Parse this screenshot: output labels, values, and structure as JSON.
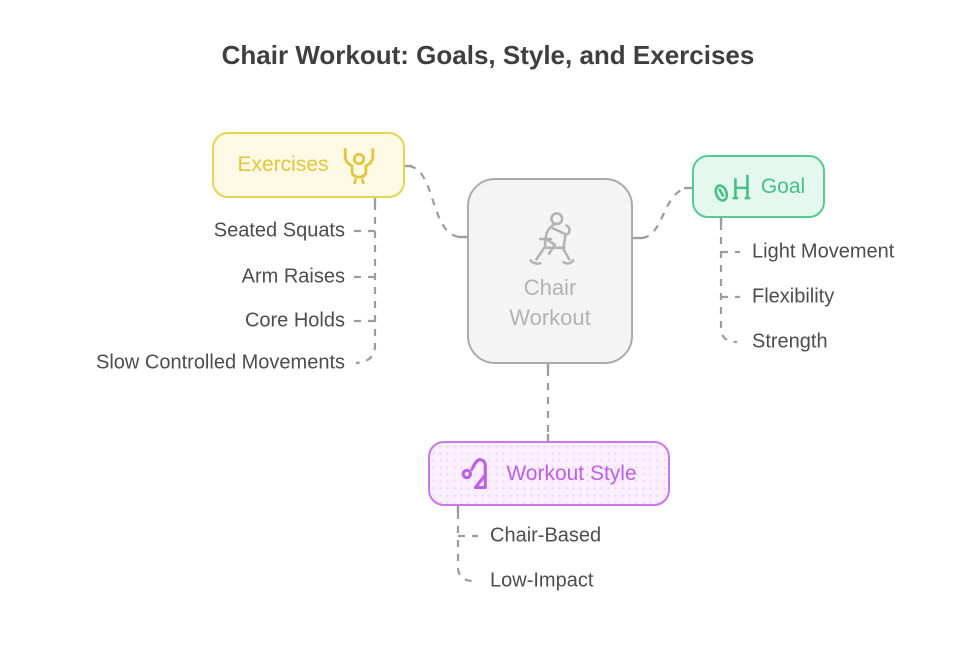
{
  "title": "Chair Workout: Goals, Style, and Exercises",
  "title_color": "#3f3f3f",
  "connector_color": "#9c9c9c",
  "leaf_text_color": "#4d4d4d",
  "center": {
    "label": "Chair Workout",
    "icon": "exercise-bike-icon",
    "background": "#f4f4f4",
    "border": "#ababab",
    "text_color": "#b3b3b3"
  },
  "branches": {
    "exercises": {
      "label": "Exercises",
      "icon": "flexing-person-icon",
      "background": "#fdf9e4",
      "border": "#e6d54f",
      "text_color": "#e2c63a",
      "items": [
        "Seated Squats",
        "Arm Raises",
        "Core Holds",
        "Slow Controlled Movements"
      ]
    },
    "goal": {
      "label": "Goal",
      "icon": "rugby-goal-icon",
      "background": "#e5f8ef",
      "border": "#54cb8f",
      "text_color": "#43c183",
      "items": [
        "Light Movement",
        "Flexibility",
        "Strength"
      ]
    },
    "workout_style": {
      "label": "Workout Style",
      "icon": "stretching-person-icon",
      "background": "#f9effd",
      "border": "#c978ec",
      "text_color": "#bd60e6",
      "items": [
        "Chair-Based",
        "Low-Impact"
      ]
    }
  }
}
